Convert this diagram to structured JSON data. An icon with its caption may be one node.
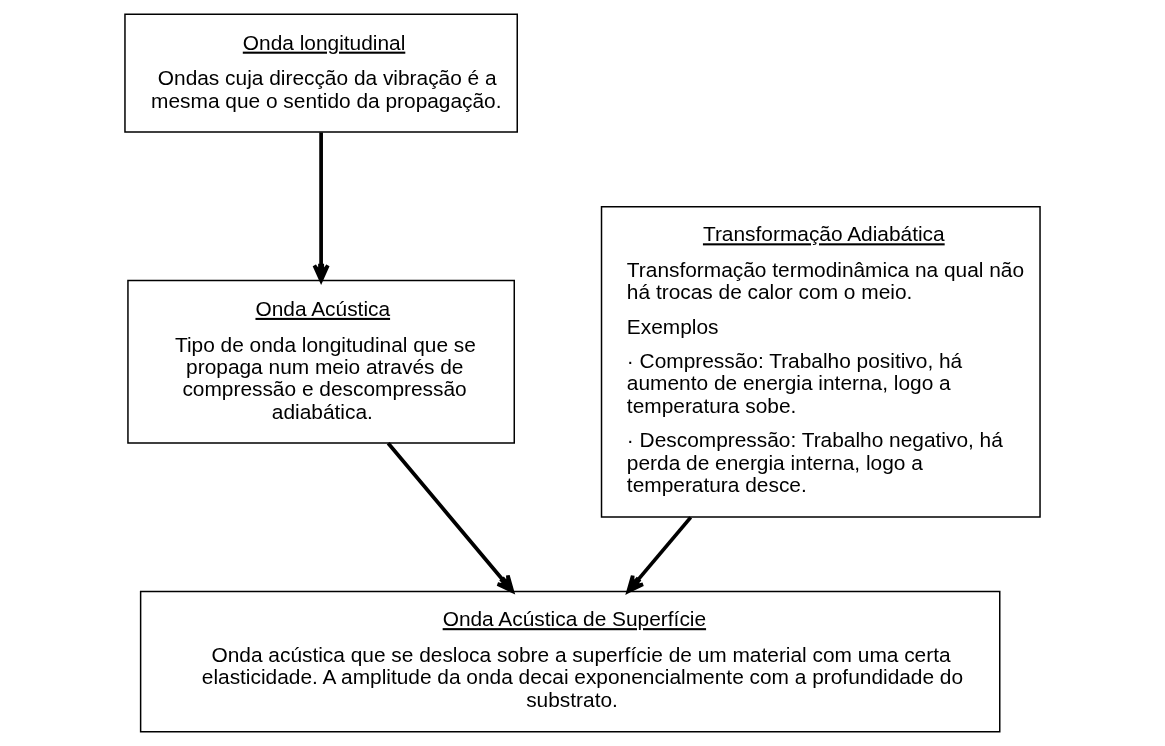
{
  "diagram": {
    "nodes": [
      {
        "text": [
          "Onda longitudinal",
          "Ondas cuja direcção da vibração é a mesma que o sentido da propagação."
        ]
      },
      {
        "text": [
          "Onda Acústica",
          "Tipo de onda longitudinal que se propaga num meio através de compressão e descompressão adiabática."
        ]
      },
      {
        "text": [
          "Transformação Adiabática",
          "Transformação termodinâmica na qual não há trocas de calor com o meio.",
          "Exemplos",
          "· Compressão: Trabalho positivo, há aumento de energia interna, logo a temperatura sobe.",
          "· Descompressão: Trabalho negativo, há perda de energia interna, logo a temperatura desce."
        ]
      },
      {
        "text": [
          "Onda Acústica de Superfície",
          "Onda acústica que se desloca sobre a superfície de um material com uma certa elasticidade. A amplitude da onda decai exponencialmente com a profundidade do substrato."
        ]
      }
    ],
    "edges": [
      {
        "from": 0,
        "to": 1,
        "arrow": "to"
      },
      {
        "from": 1,
        "to": 3,
        "arrow": "to"
      },
      {
        "from": 2,
        "to": 3,
        "arrow": "to"
      }
    ]
  }
}
